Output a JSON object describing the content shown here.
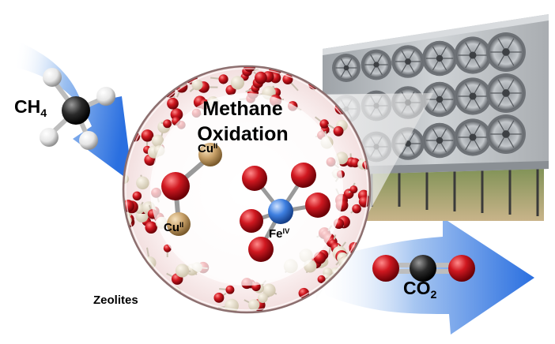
{
  "title_line1": "Methane",
  "title_line2": "Oxidation",
  "methane": {
    "formula": "CH",
    "subscript": "4"
  },
  "co2": {
    "formula": "CO",
    "subscript": "2"
  },
  "zeolites_label": "Zeolites",
  "copper_sites": [
    {
      "element": "Cu",
      "oxidation_state": "II"
    },
    {
      "element": "Cu",
      "oxidation_state": "II"
    }
  ],
  "iron_site": {
    "element": "Fe",
    "oxidation_state": "IV"
  },
  "colors": {
    "arrow_blue": "#2f78e6",
    "oxygen_red": "#c0121c",
    "copper_tan": "#c9a26a",
    "iron_blue": "#3e7fe0",
    "carbon_grey": "#2b2b2b",
    "hydrogen_white": "#f2f2f2",
    "facility_grey": "#b8bcc0"
  },
  "icons": [
    "methane-molecule-icon",
    "co2-molecule-icon",
    "fan-icon"
  ]
}
